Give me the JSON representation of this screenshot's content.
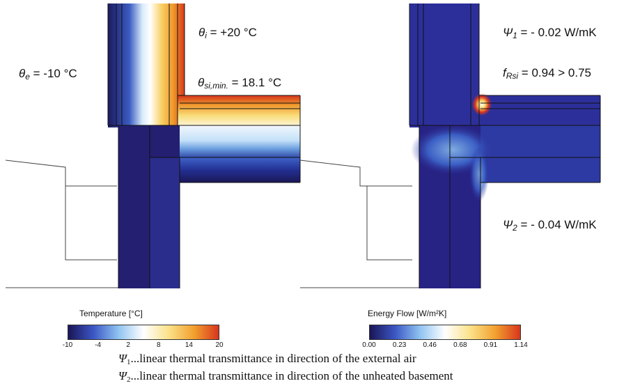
{
  "left_panel": {
    "theta_e": {
      "symbol": "θ",
      "sub": "e",
      "rest": " = -10 °C"
    },
    "theta_i": {
      "symbol": "θ",
      "sub": "i",
      "rest": " = +20 °C"
    },
    "theta_si": {
      "symbol": "θ",
      "sub": "si,min.",
      "rest": " = 18.1 °C"
    }
  },
  "right_panel": {
    "psi1": {
      "symbol": "Ψ",
      "sub": "1",
      "rest": " = - 0.02 W/mK"
    },
    "frsi": {
      "symbol": "f",
      "sub": "Rsi",
      "rest": " = 0.94 > 0.75"
    },
    "psi2": {
      "symbol": "Ψ",
      "sub": "2",
      "rest": " = - 0.04 W/mK"
    }
  },
  "colorbars": {
    "temperature": {
      "title": "Temperature [°C]",
      "ticks": [
        "-10",
        "-4",
        "2",
        "8",
        "14",
        "20"
      ],
      "colors": [
        "#1a1556",
        "#3b56c4",
        "#8fc3f0",
        "#ffffff",
        "#fbe28a",
        "#f2a12f",
        "#d8361d"
      ]
    },
    "energy": {
      "title": "Energy Flow [W/m²K]",
      "ticks": [
        "0.00",
        "0.23",
        "0.46",
        "0.68",
        "0.91",
        "1.14"
      ],
      "colors": [
        "#1a1556",
        "#3b56c4",
        "#8fc3f0",
        "#ffffff",
        "#fbe28a",
        "#f2a12f",
        "#d8361d"
      ]
    }
  },
  "captions": {
    "line1": {
      "symbol": "Ψ",
      "sub": "1",
      "text": "...linear thermal transmittance in direction of the external air"
    },
    "line2": {
      "symbol": "Ψ",
      "sub": "2",
      "text": "...linear thermal transmittance in direction of the unheated basement"
    }
  }
}
